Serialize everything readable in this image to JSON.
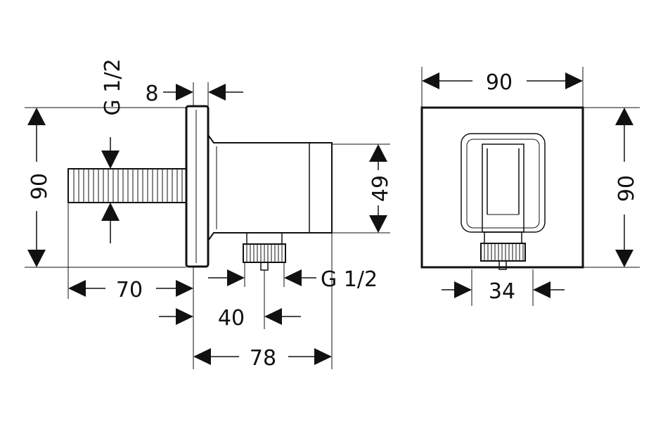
{
  "labels": {
    "side_height": "90",
    "thread_top": "G 1/2",
    "flange_thickness": "8",
    "body_height": "49",
    "wall_to_flange": "70",
    "outlet_offset": "40",
    "thread_outlet": "G 1/2",
    "total_depth": "78",
    "front_width": "90",
    "front_height": "90",
    "outlet_width": "34"
  }
}
